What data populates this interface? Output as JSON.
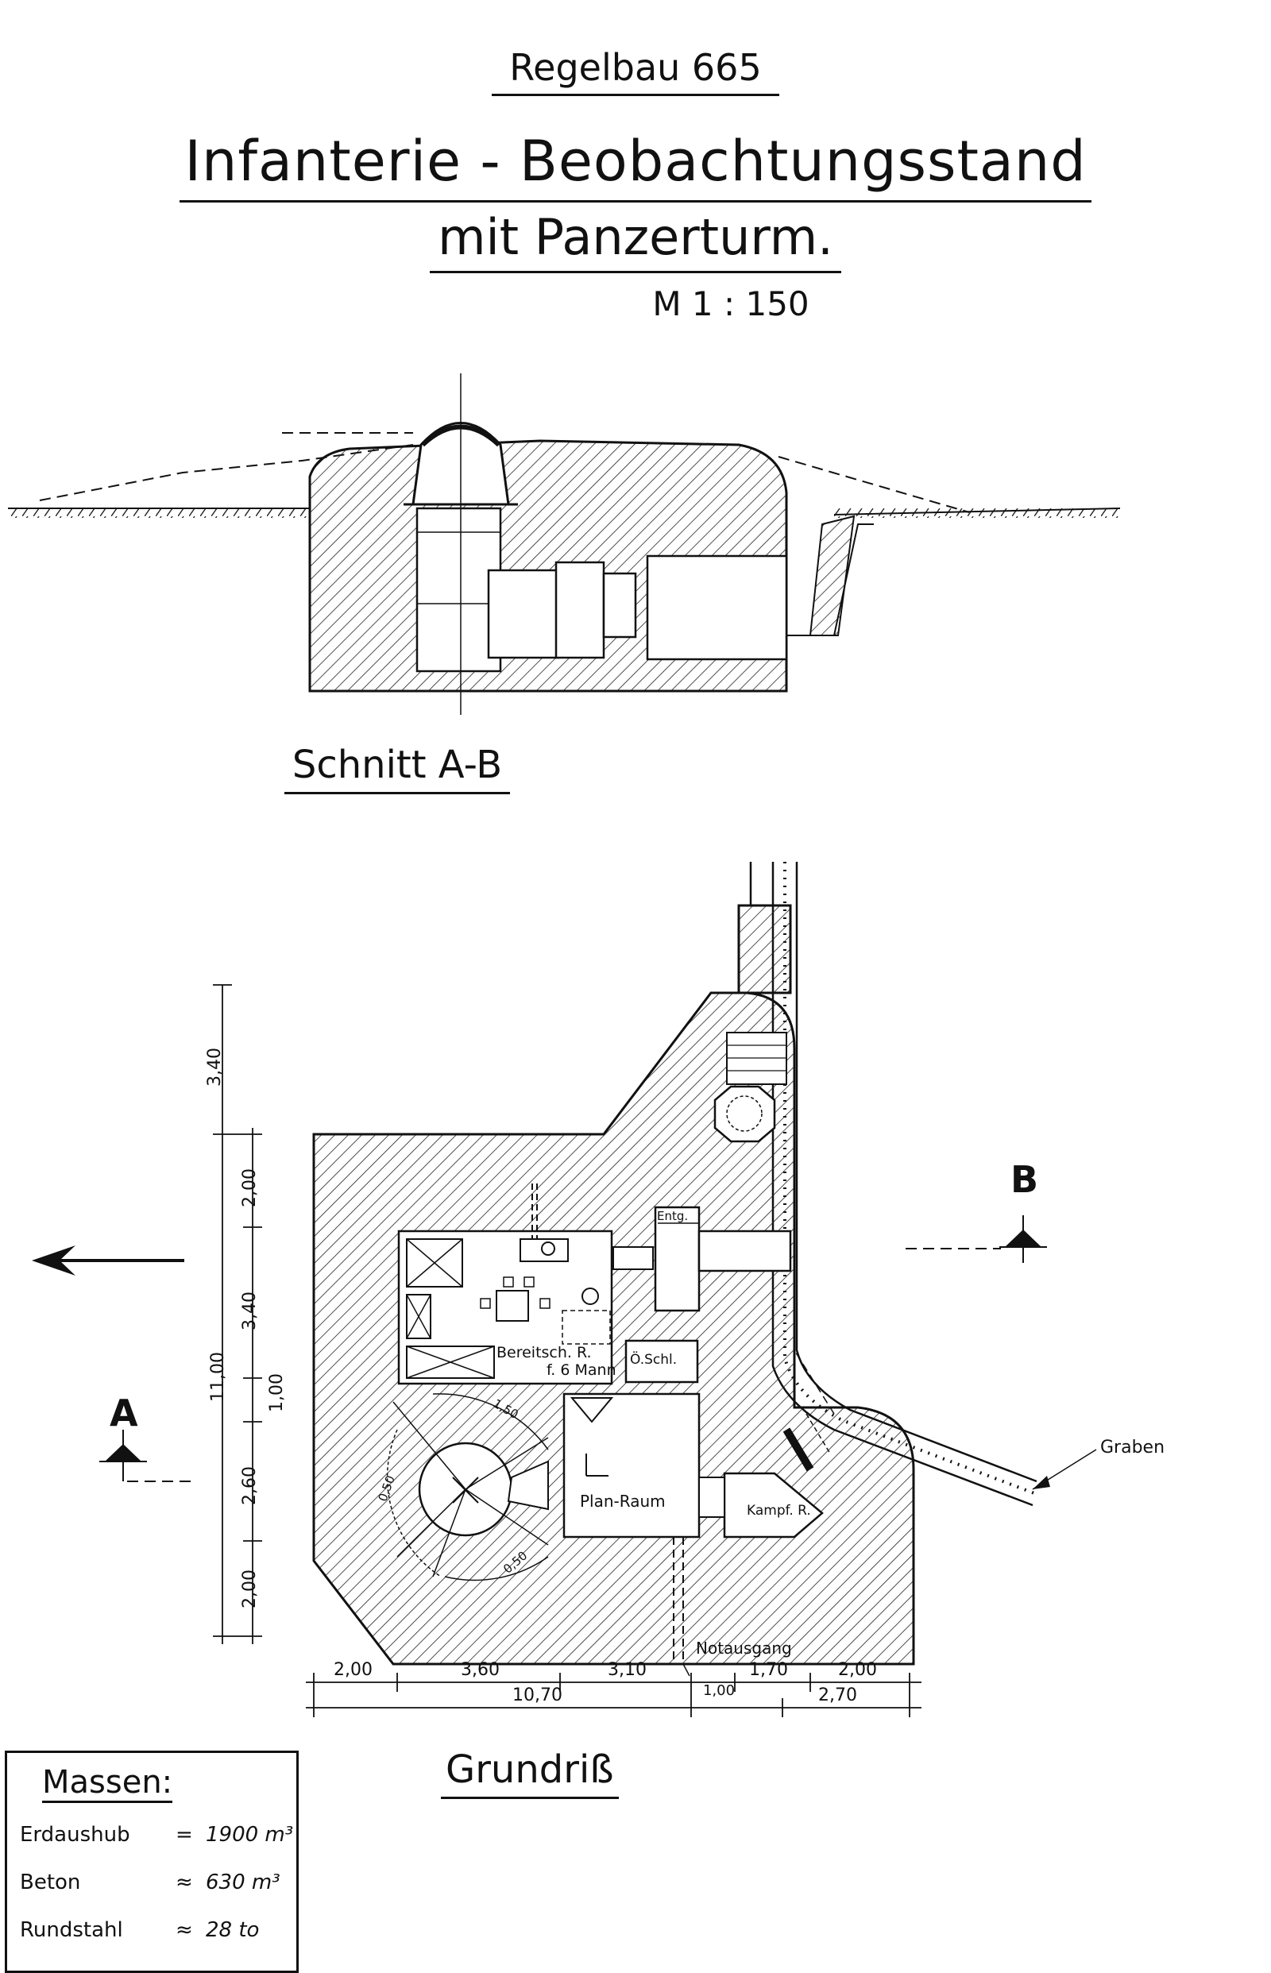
{
  "header": {
    "line1": "Regelbau 665",
    "line2": "Infanterie - Beobachtungsstand",
    "line3": "mit Panzerturm.",
    "scale": "M 1 : 150"
  },
  "section": {
    "title": "Schnitt A-B"
  },
  "plan": {
    "title": "Grundriß",
    "rooms": {
      "entg": "Entg.",
      "bereitsch": "Bereitsch. R.",
      "bereitsch2": "f. 6 Mann",
      "oschl": "Ö.Schl.",
      "plan_raum": "Plan-Raum",
      "kampf": "Kampf. R.",
      "notausgang": "Notausgang",
      "graben": "Graben"
    },
    "markers": {
      "a": "A",
      "b": "B"
    },
    "dims_bottom": [
      "2,00",
      "3,60",
      "3,10",
      "1,70",
      "2,00",
      "1,00",
      "10,70",
      "2,70"
    ],
    "dims_left": [
      "3,40",
      "2,00",
      "3,40",
      "11,00",
      "1,00",
      "2,60",
      "2,00"
    ],
    "angle_labels": [
      "1,50",
      "0,50",
      "0,50"
    ]
  },
  "massen": {
    "title": "Massen:",
    "rows": [
      {
        "label": "Erdaushub",
        "approx": "=",
        "value": "1900 m³"
      },
      {
        "label": "Beton",
        "approx": "≈",
        "value": "630 m³"
      },
      {
        "label": "Rundstahl",
        "approx": "≈",
        "value": "28 to"
      }
    ]
  }
}
